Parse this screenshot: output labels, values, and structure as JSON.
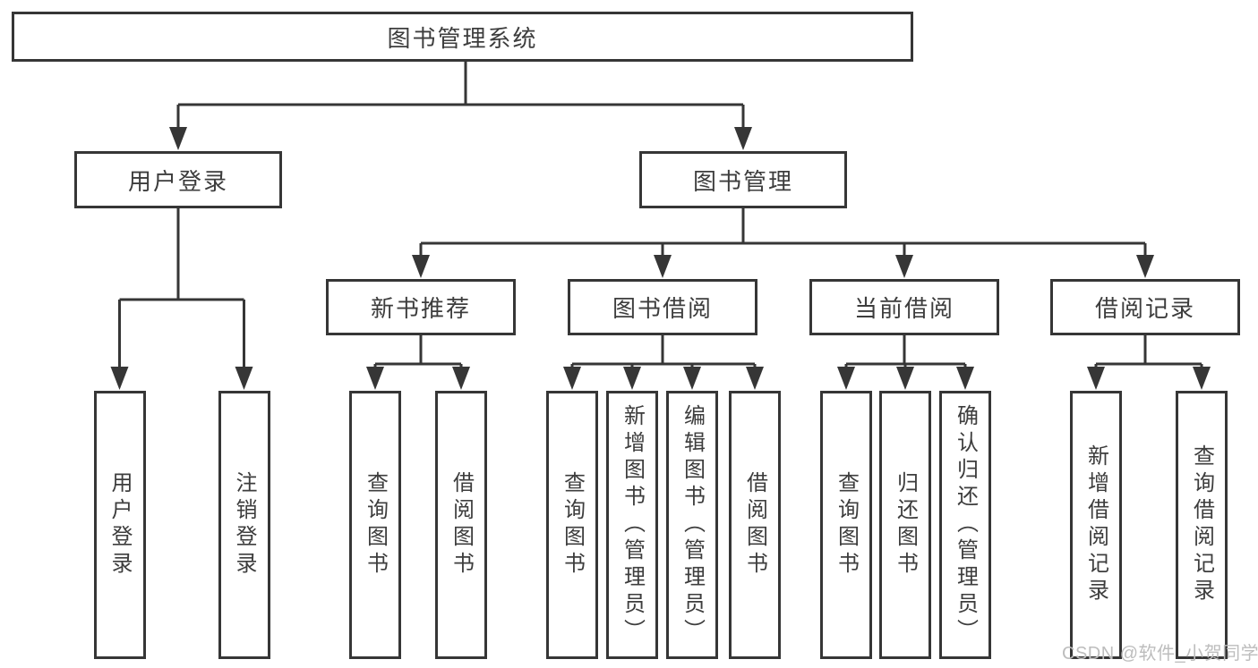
{
  "diagram": {
    "root": {
      "label": "图书管理系统",
      "children": [
        {
          "label": "用户登录",
          "children": [
            {
              "label": "用户登录"
            },
            {
              "label": "注销登录"
            }
          ]
        },
        {
          "label": "图书管理",
          "children": [
            {
              "label": "新书推荐",
              "children": [
                {
                  "label": "查询图书"
                },
                {
                  "label": "借阅图书"
                }
              ]
            },
            {
              "label": "图书借阅",
              "children": [
                {
                  "label": "查询图书"
                },
                {
                  "label": "新增图书（管理员）"
                },
                {
                  "label": "编辑图书（管理员）"
                },
                {
                  "label": "借阅图书"
                }
              ]
            },
            {
              "label": "当前借阅",
              "children": [
                {
                  "label": "查询图书"
                },
                {
                  "label": "归还图书"
                },
                {
                  "label": "确认归还（管理员）"
                }
              ]
            },
            {
              "label": "借阅记录",
              "children": [
                {
                  "label": "新增借阅记录"
                },
                {
                  "label": "查询借阅记录"
                }
              ]
            }
          ]
        }
      ]
    },
    "watermark": "CSDN @软件_小贺同学",
    "colors": {
      "line": "#363636",
      "text": "#3d3d3d",
      "background": "#ffffff",
      "watermark": "#bdbdbd"
    }
  }
}
